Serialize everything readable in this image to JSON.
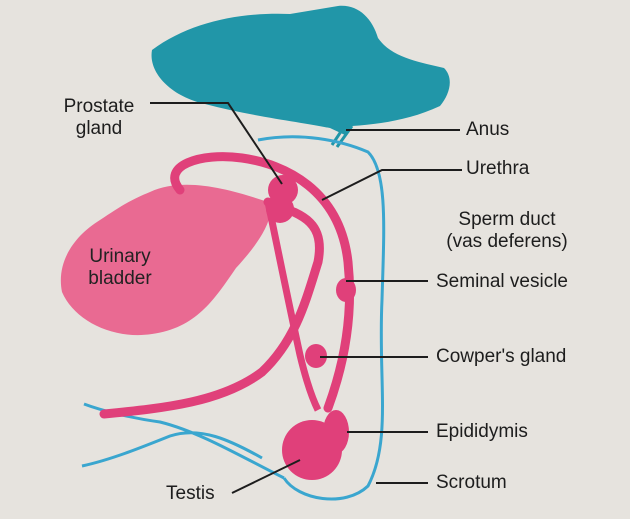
{
  "labels": {
    "prostate_gland": "Prostate gland",
    "anus": "Anus",
    "urethra": "Urethra",
    "sperm_duct": "Sperm duct",
    "vas_deferens": "(vas deferens)",
    "urinary_bladder": "Urinary bladder",
    "seminal_vesicle": "Seminal vesicle",
    "cowpers_gland": "Cowper's gland",
    "epididymis": "Epididymis",
    "scrotum": "Scrotum",
    "testis": "Testis"
  },
  "colors": {
    "background": "#e6e3de",
    "rectum": "#2196a8",
    "organs": "#e0407a",
    "bladder": "#e96a92",
    "duct": "#3aa6cf",
    "leader_lines": "#1d1d1d"
  }
}
